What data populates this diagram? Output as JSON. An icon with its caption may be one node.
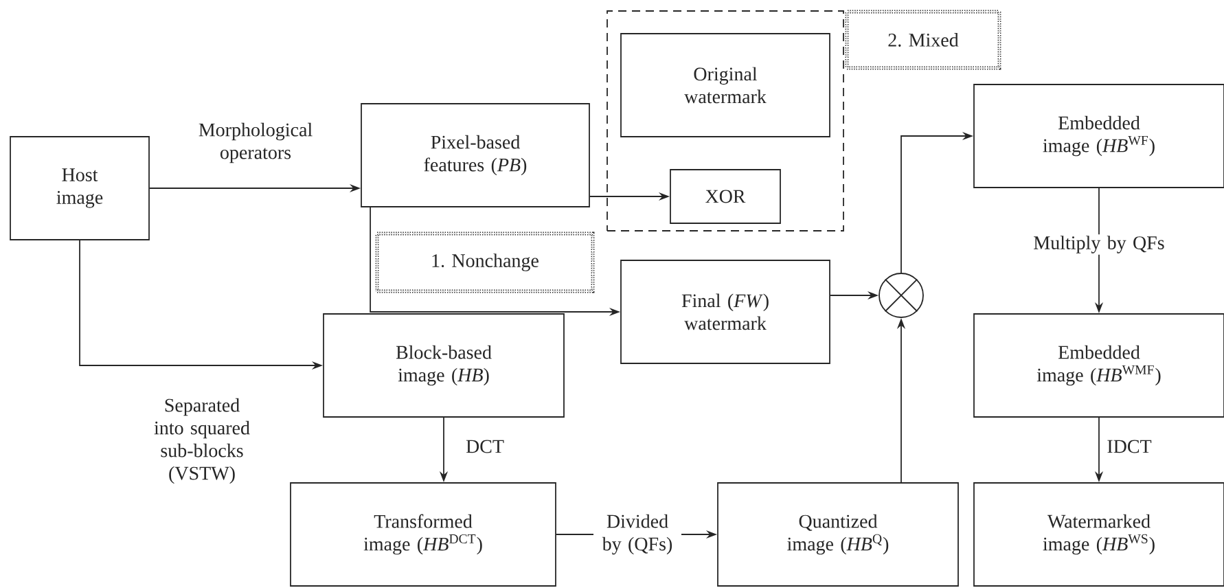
{
  "diagram": {
    "nodes": [
      {
        "text": [
          "Host image"
        ]
      },
      {
        "text": [
          "Pixel-based features (*PB*)"
        ]
      },
      {
        "text": [],
        "shape": "box"
      },
      {
        "text": [
          "Original watermark"
        ],
        "in": 2
      },
      {
        "text": [
          "XOR"
        ],
        "in": 2
      },
      {
        "text": [
          "2. Mixed"
        ]
      },
      {
        "text": [
          "1. Nonchange"
        ]
      },
      {
        "text": [
          "Final (*FW*) watermark"
        ]
      },
      {
        "text": [
          "Block-based image (*HB*)"
        ]
      },
      {
        "text": [
          "Transformed image (*HB*$^{DCT}$)"
        ]
      },
      {
        "text": [
          "Quantized image (*HB*$^{Q}$)"
        ]
      },
      {
        "text": [],
        "shape": "circle"
      },
      {
        "text": [
          "Embedded image (*HB*$^{WF}$)"
        ]
      },
      {
        "text": [
          "Embedded image (*HB*$^{WMF}$)"
        ]
      },
      {
        "text": [
          "Watermarked image (*HB*$^{WS}$)"
        ]
      }
    ],
    "edges": [
      {
        "from": 0,
        "to": 1,
        "arrow": "to",
        "label": "Morphological operators"
      },
      {
        "from": 1,
        "to": 4,
        "arrow": "to"
      },
      {
        "from": 1,
        "to": 7,
        "arrow": "to"
      },
      {
        "from": 0,
        "to": 8,
        "arrow": "to",
        "label": "Separated into squared sub-blocks (VSTW)"
      },
      {
        "from": 8,
        "to": 9,
        "arrow": "to",
        "label": "DCT"
      },
      {
        "from": 9,
        "to": 10,
        "arrow": "to",
        "label": "Divided by (QFs)"
      },
      {
        "from": 10,
        "to": 11,
        "arrow": "to"
      },
      {
        "from": 7,
        "to": 11,
        "arrow": "to"
      },
      {
        "from": 11,
        "to": 12,
        "arrow": "to"
      },
      {
        "from": 12,
        "to": 13,
        "arrow": "to",
        "label": "Multiply by QFs"
      },
      {
        "from": 13,
        "to": 14,
        "arrow": "to",
        "label": "IDCT"
      }
    ]
  }
}
